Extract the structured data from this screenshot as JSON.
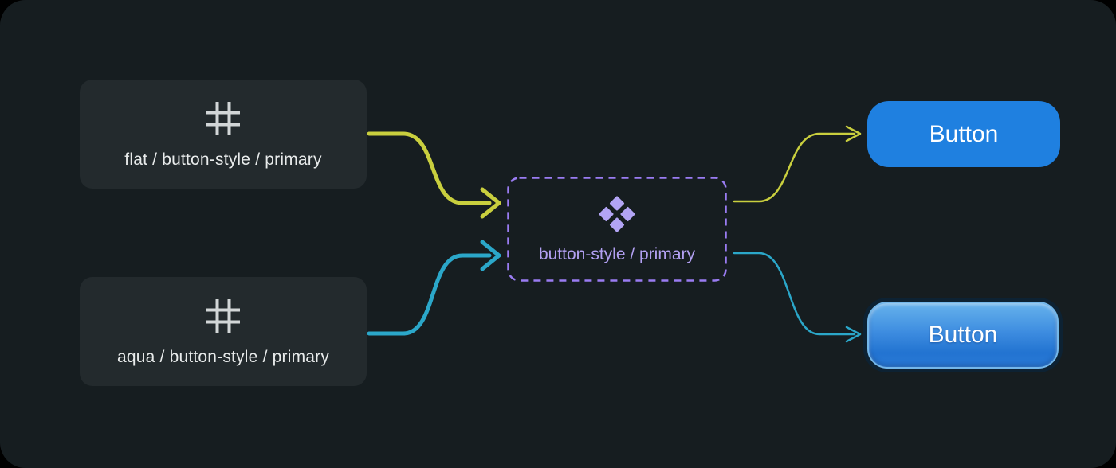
{
  "diagram": {
    "variables": [
      {
        "id": "flat-mode",
        "icon": "hash",
        "label": "flat / button-style / primary"
      },
      {
        "id": "aqua-mode",
        "icon": "hash",
        "label": "aqua / button-style / primary"
      }
    ],
    "component": {
      "icon": "component-diamonds",
      "label": "button-style / primary"
    },
    "results": [
      {
        "id": "flat-button",
        "style": "flat",
        "label": "Button"
      },
      {
        "id": "aqua-button",
        "style": "aqua",
        "label": "Button"
      }
    ],
    "colors": {
      "page_bg": "#000000",
      "canvas_bg": "#161d20",
      "card_bg": "#232a2d",
      "card_text": "#e8ebeb",
      "hash_icon": "#d2d6d7",
      "component_border": "#9a7cf2",
      "component_text": "#b2a0f2",
      "component_icon": "#b2a4f4",
      "arrow_yellow": "#c9cf3e",
      "arrow_cyan": "#2ba7c9",
      "flat_button_bg": "#1f80e0",
      "aqua_button_top": "#66b2ec",
      "aqua_button_bottom": "#2273d1",
      "button_text": "#ffffff"
    }
  }
}
